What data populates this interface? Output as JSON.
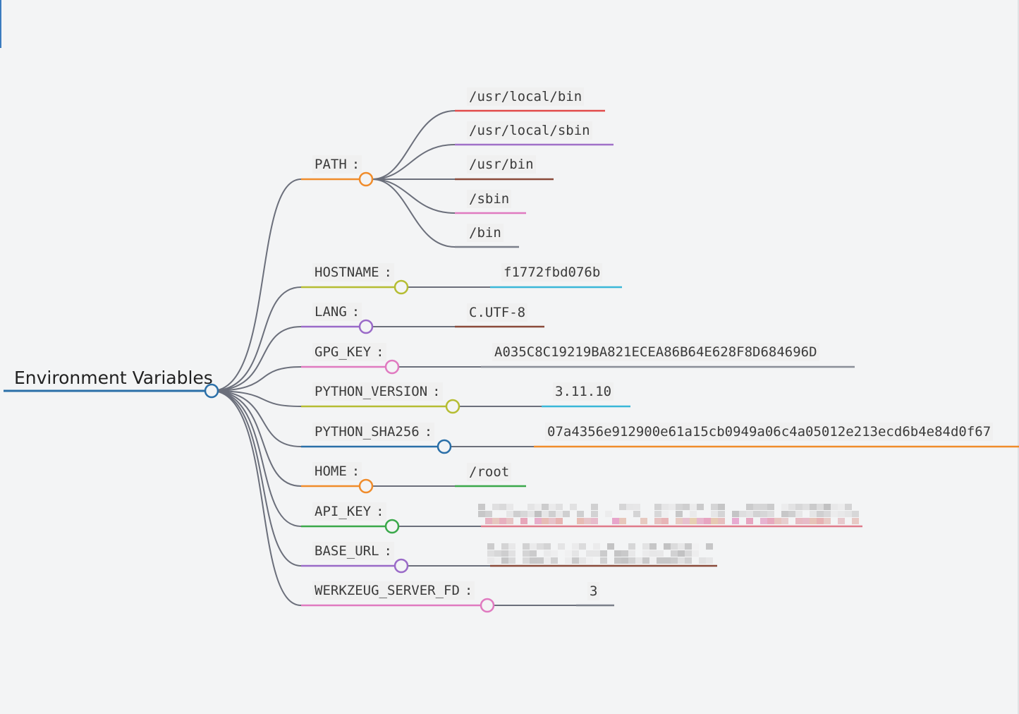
{
  "title": "Environment Variables",
  "root_color": "#2a6fa8",
  "edge_color": "#6b6f7b",
  "separator": ":",
  "variables": [
    {
      "key": "PATH",
      "color": "#f08c2b",
      "values": [
        {
          "text": "/usr/local/bin",
          "color": "#e24a4a"
        },
        {
          "text": "/usr/local/sbin",
          "color": "#a070c8"
        },
        {
          "text": "/usr/bin",
          "color": "#8a4a3a"
        },
        {
          "text": "/sbin",
          "color": "#e07ac0"
        },
        {
          "text": "/bin",
          "color": "#7a7f8a"
        }
      ]
    },
    {
      "key": "HOSTNAME",
      "color": "#b5bd33",
      "values": [
        {
          "text": "f1772fbd076b",
          "color": "#3ab7d8"
        }
      ]
    },
    {
      "key": "LANG",
      "color": "#9a6ac8",
      "values": [
        {
          "text": "C.UTF-8",
          "color": "#8a4a3a"
        }
      ]
    },
    {
      "key": "GPG_KEY",
      "color": "#e07ac0",
      "values": [
        {
          "text": "A035C8C19219BA821ECEA86B64E628F8D684696D",
          "color": "#8a8e98"
        }
      ]
    },
    {
      "key": "PYTHON_VERSION",
      "color": "#b5bd33",
      "values": [
        {
          "text": "3.11.10",
          "color": "#3ab7d8"
        }
      ]
    },
    {
      "key": "PYTHON_SHA256",
      "color": "#2a6fa8",
      "values": [
        {
          "text": "07a4356e912900e61a15cb0949a06c4a05012e213ecd6b4e84d0f67",
          "color": "#f08c2b"
        }
      ]
    },
    {
      "key": "HOME",
      "color": "#f08c2b",
      "values": [
        {
          "text": "/root",
          "color": "#3aa84a"
        }
      ]
    },
    {
      "key": "API_KEY",
      "color": "#3aa84a",
      "values": [
        {
          "text": "",
          "color": "#e07a8a",
          "redacted": true
        }
      ]
    },
    {
      "key": "BASE_URL",
      "color": "#9a6ac8",
      "values": [
        {
          "text": "",
          "color": "#8a4a3a",
          "redacted": true
        }
      ]
    },
    {
      "key": "WERKZEUG_SERVER_FD",
      "color": "#e07ac0",
      "values": [
        {
          "text": "3",
          "color": "#7a7f8a"
        }
      ]
    }
  ]
}
